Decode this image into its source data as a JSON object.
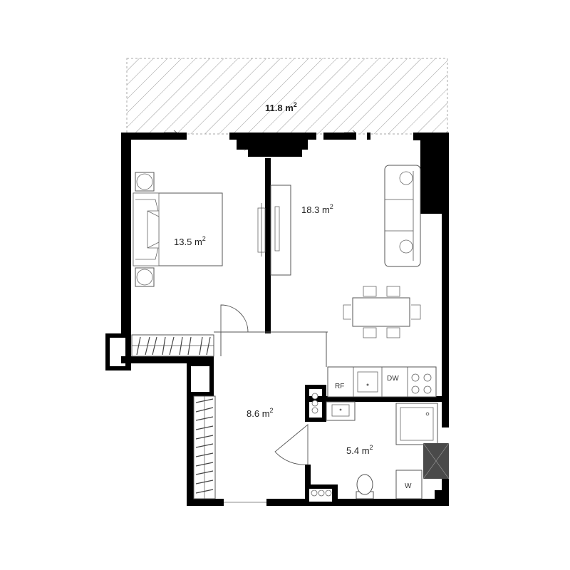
{
  "plan": {
    "rooms": [
      {
        "id": "balcony",
        "area": "11.8",
        "unit": "m",
        "sup": "2",
        "bold": true
      },
      {
        "id": "bedroom",
        "area": "13.5",
        "unit": "m",
        "sup": "2",
        "bold": false
      },
      {
        "id": "living",
        "area": "18.3",
        "unit": "m",
        "sup": "2",
        "bold": false
      },
      {
        "id": "hall",
        "area": "8.6",
        "unit": "m",
        "sup": "2",
        "bold": false
      },
      {
        "id": "bathroom",
        "area": "5.4",
        "unit": "m",
        "sup": "2",
        "bold": false
      }
    ],
    "appliances": {
      "fridge": "RF",
      "dishwasher": "DW",
      "washer": "W"
    }
  },
  "colors": {
    "wall": "#000000",
    "hatch": "#9a9a9a",
    "furniture_stroke": "#555555",
    "dark_fill": "#4a4a4a"
  }
}
